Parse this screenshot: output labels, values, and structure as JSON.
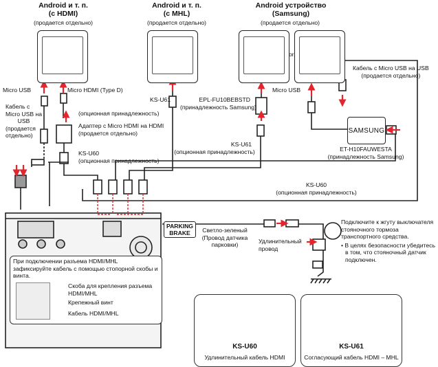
{
  "devices": {
    "android_hdmi": {
      "title1": "Android и т. п.",
      "title2": "(с HDMI)",
      "sub": "(продается отдельно)"
    },
    "android_mhl": {
      "title1": "Android и т. п.",
      "title2": "(с MHL)",
      "sub": "(продается отдельно)"
    },
    "samsung": {
      "title1": "Android устройство",
      "title2": "(Samsung)",
      "sub": "(продается отдельно)",
      "or": "or"
    }
  },
  "labels": {
    "micro_usb_left": "Micro USB",
    "micro_hdmi": "Micro HDMI (Type D)",
    "cable_micro_usb": [
      "Кабель с",
      "Micro USB на",
      "USB",
      "(продается",
      "отдельно)"
    ],
    "adapter": [
      "Адаптер с Micro HDMI на HDMI",
      "(продается отдельно)"
    ],
    "ks_u60_left": [
      "KS-U60",
      "(опционная принадлежность)"
    ],
    "ks_u61_mhl": [
      "KS-U61",
      "(опционная принадлежность)"
    ],
    "epl": [
      "EPL-FU10BEBSTD",
      "(принадлежность Samsung)"
    ],
    "ks_u61_samsung": [
      "KS-U61",
      "(опционная принадлежность)"
    ],
    "micro_usb_samsung": "Micro USB",
    "cable_samsung": [
      "Кабель с Micro USB на USB",
      "(продается отдельно)"
    ],
    "samsung_brand": "SAMSUNG",
    "et": [
      "ET-H10FAUWESTA",
      "(принадлежность Samsung)"
    ],
    "ks_u60_right": [
      "KS-U60",
      "(опционная принадлежность)"
    ],
    "parking": [
      "PARKING",
      "BRAKE"
    ],
    "light_green": [
      "Светло-зеленый",
      "(Провод датчика",
      "парковки)"
    ],
    "extension": [
      "Удлинительный",
      "провод"
    ],
    "brake_note": [
      "Подключите к жгуту выключателя",
      "стояночного тормоза",
      "транспортного средства.",
      "• В целях безопасности убедитесь",
      "в том, что стояночный датчик",
      "подключен."
    ]
  },
  "hdmi_note": {
    "text": [
      "При подключении разъема HDMI/MHL",
      "зафиксируйте кабель с помощью стопорной скобы и",
      "винта."
    ],
    "bracket": [
      "Скоба для крепления разъема",
      "HDMI/MHL"
    ],
    "screw": "Крепежный винт",
    "cable": "Кабель HDMI/MHL"
  },
  "cables": [
    {
      "model": "KS-U60",
      "caption": "Удлинительный кабель HDMI"
    },
    {
      "model": "KS-U61",
      "caption": "Согласующий кабель HDMI – MHL"
    }
  ],
  "colors": {
    "arrow": "#e3262e",
    "line": "#222222"
  }
}
